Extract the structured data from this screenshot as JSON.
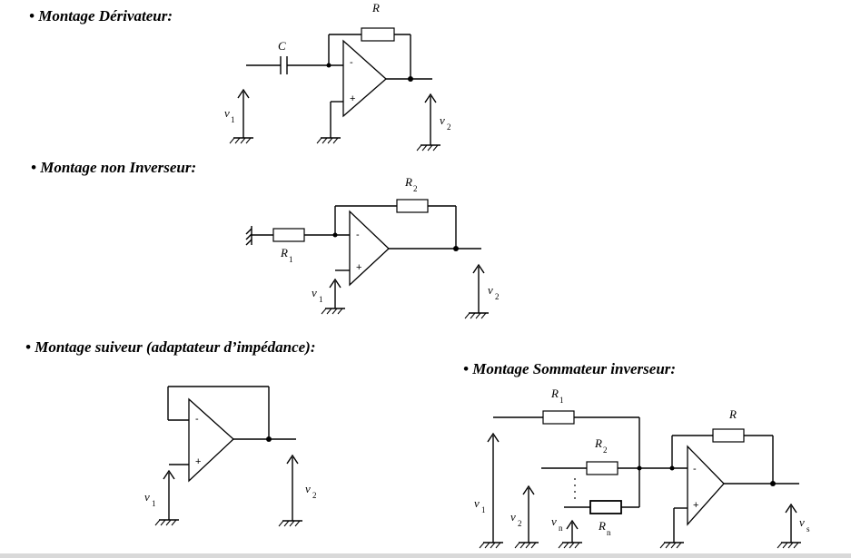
{
  "sections": {
    "derivateur": {
      "title": "• Montage Dérivateur:",
      "labels": {
        "capacitor": "C",
        "resistor": "R",
        "input": "v",
        "input_sub": "1",
        "output": "v",
        "output_sub": "2"
      }
    },
    "non_inverseur": {
      "title": "• Montage non Inverseur:",
      "labels": {
        "r1": "R",
        "r1_sub": "1",
        "r2": "R",
        "r2_sub": "2",
        "input": "v",
        "input_sub": "1",
        "output": "v",
        "output_sub": "2"
      }
    },
    "suiveur": {
      "title": "• Montage suiveur (adaptateur d’impédance):",
      "labels": {
        "input": "v",
        "input_sub": "1",
        "output": "v",
        "output_sub": "2"
      }
    },
    "sommateur": {
      "title": "• Montage Sommateur inverseur:",
      "labels": {
        "r1": "R",
        "r1_sub": "1",
        "r2": "R",
        "r2_sub": "2",
        "rn": "R",
        "rn_sub": "n",
        "rf": "R",
        "v1": "v",
        "v1_sub": "1",
        "v2": "v",
        "v2_sub": "2",
        "vn": "v",
        "vn_sub": "n",
        "vs": "v",
        "vs_sub": "s"
      }
    }
  },
  "opamp_symbols": {
    "minus": "-",
    "plus": "+"
  }
}
